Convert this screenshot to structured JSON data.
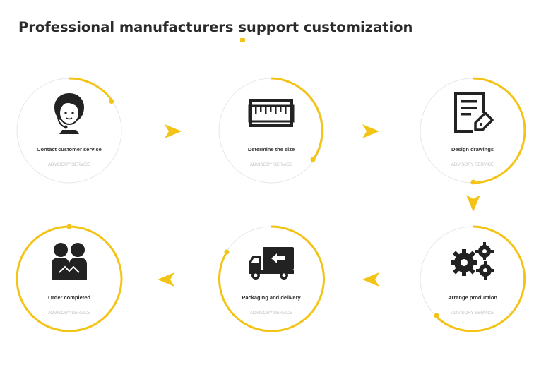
{
  "title": "Professional manufacturers support customization",
  "steps": [
    {
      "label": "Contact customer service",
      "sub": "ADVISORY SERVICE",
      "icon": "customer-service-icon"
    },
    {
      "label": "Determine the size",
      "sub": "ADVISORY SERVICE",
      "icon": "ruler-icon"
    },
    {
      "label": "Design drawings",
      "sub": "ADVISORY SERVICE",
      "icon": "document-edit-icon"
    },
    {
      "label": "Arrange production",
      "sub": "ADVISORY SERVICE",
      "icon": "gears-icon"
    },
    {
      "label": "Packaging and delivery",
      "sub": "ADVISORY SERVICE",
      "icon": "delivery-truck-icon"
    },
    {
      "label": "Order completed",
      "sub": "ADVISORY SERVICE",
      "icon": "handshake-icon"
    }
  ],
  "colors": {
    "accent": "#f3c316",
    "ring": "#e6e6e6",
    "text": "#333333",
    "muted": "#c4c4c4",
    "icon": "#2b2b2b"
  }
}
